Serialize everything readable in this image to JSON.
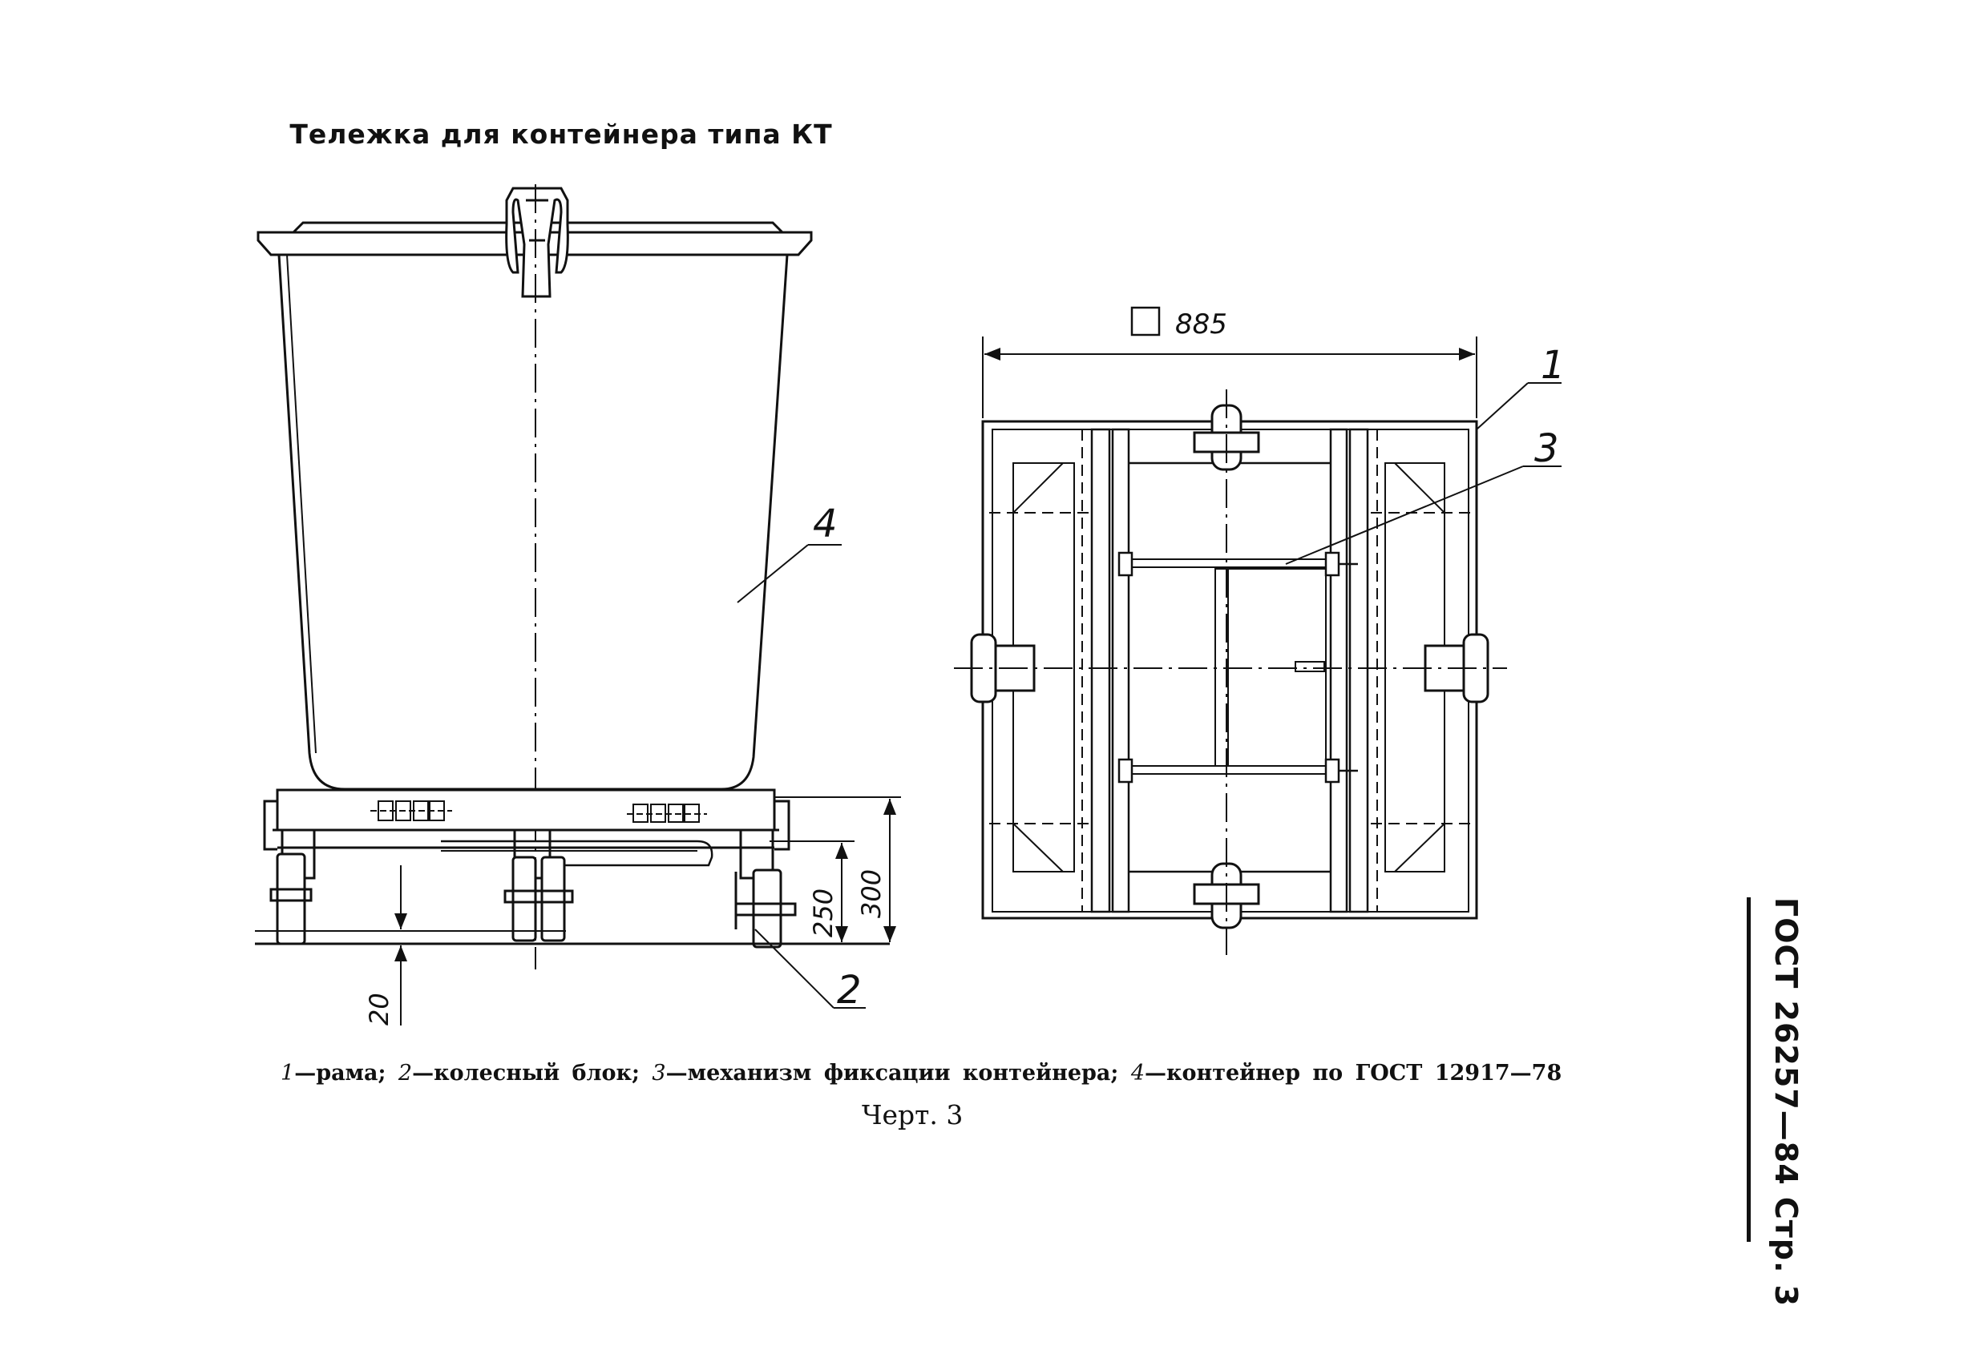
{
  "title": "Тележка для контейнера типа КТ",
  "dimensions": {
    "width": "885",
    "height_250": "250",
    "height_300": "300",
    "clearance": "20"
  },
  "callouts": {
    "frame": "1",
    "wheel_block": "2",
    "fixing_mechanism": "3",
    "container": "4"
  },
  "legend": {
    "n1": "1",
    "t1": "—рама;",
    "n2": "2",
    "t2": "—колесный блок;",
    "n3": "3",
    "t3": "—механизм фиксации контейнера;",
    "n4": "4",
    "t4": "—контейнер по ГОСТ 12917—78"
  },
  "figure_label": "Черт. 3",
  "side_header": "ГОСТ 26257—84 Стр. 3"
}
